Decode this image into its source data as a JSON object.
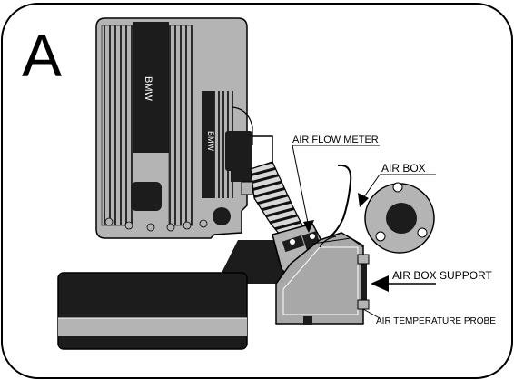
{
  "panel_letter": "A",
  "engine": {
    "brand_top": "BMW",
    "brand_side": "BMW"
  },
  "labels": {
    "air_flow_meter": "AIR FLOW METER",
    "air_box": "AIR BOX",
    "air_box_support": "AIR BOX  SUPPORT",
    "air_temperature_probe": "AIR TEMPERATURE PROBE"
  },
  "colors": {
    "engine_body": "#b4b4b4",
    "engine_dark": "#1c1c1c",
    "airbox": "#a8a8a8",
    "outline": "#000000"
  }
}
